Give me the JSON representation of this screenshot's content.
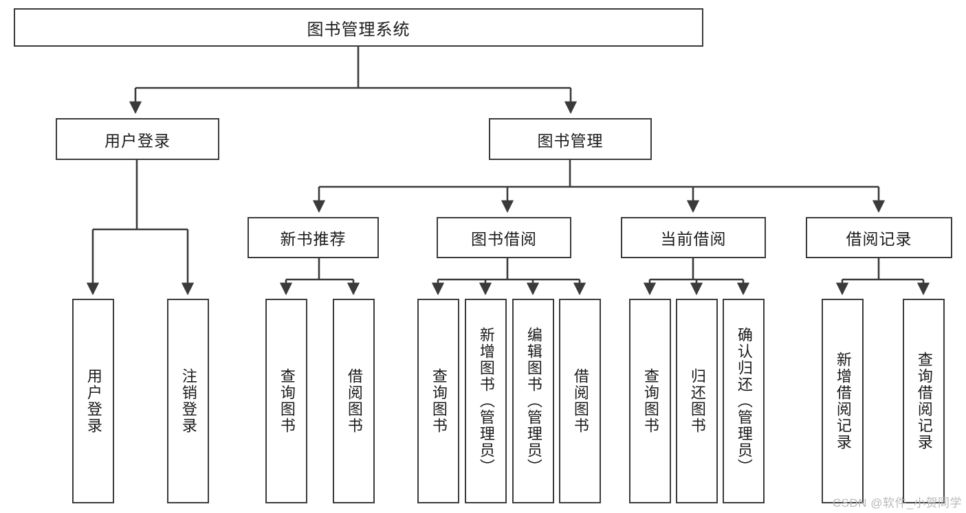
{
  "diagram": {
    "title": "图书管理系统",
    "watermark": "CSDN @软件_小贺同学",
    "colors": {
      "stroke": "#3a3a3a",
      "background": "#ffffff",
      "text": "#1a1a1a",
      "watermark": "#b9b9b9"
    },
    "root": {
      "label": "图书管理系统"
    },
    "level2": [
      {
        "label": "用户登录"
      },
      {
        "label": "图书管理"
      }
    ],
    "level3": [
      {
        "label": "新书推荐"
      },
      {
        "label": "图书借阅"
      },
      {
        "label": "当前借阅"
      },
      {
        "label": "借阅记录"
      }
    ],
    "leaves": {
      "user_login": [
        {
          "label": "用户登录"
        },
        {
          "label": "注销登录"
        }
      ],
      "new_book": [
        {
          "label": "查询图书"
        },
        {
          "label": "借阅图书"
        }
      ],
      "book_borrow": [
        {
          "label": "查询图书"
        },
        {
          "label": "新增图书（管理员）"
        },
        {
          "label": "编辑图书（管理员）"
        },
        {
          "label": "借阅图书"
        }
      ],
      "current_borrow": [
        {
          "label": "查询图书"
        },
        {
          "label": "归还图书"
        },
        {
          "label": "确认归还（管理员）"
        }
      ],
      "borrow_record": [
        {
          "label": "新增借阅记录"
        },
        {
          "label": "查询借阅记录"
        }
      ]
    }
  }
}
